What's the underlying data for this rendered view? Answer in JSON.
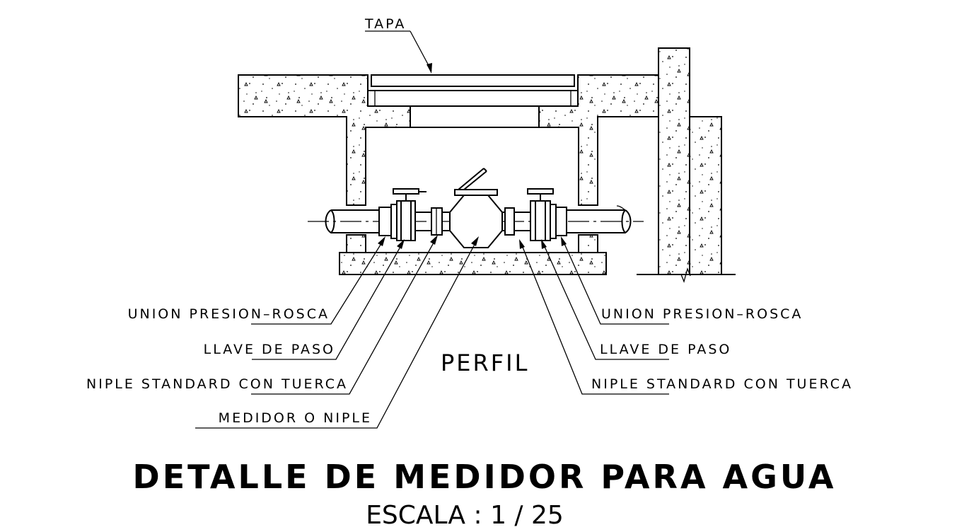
{
  "diagram": {
    "tapa_label": "TAPA",
    "left_labels": {
      "union": "UNION PRESION–ROSCA",
      "llave": "LLAVE DE PASO",
      "niple": "NIPLE STANDARD CON TUERCA",
      "medidor": "MEDIDOR O NIPLE"
    },
    "right_labels": {
      "union": "UNION PRESION–ROSCA",
      "llave": "LLAVE DE PASO",
      "niple": "NIPLE STANDARD CON TUERCA"
    },
    "view_label": "PERFIL",
    "title": "DETALLE DE MEDIDOR PARA AGUA",
    "scale": "ESCALA : 1 / 25"
  }
}
